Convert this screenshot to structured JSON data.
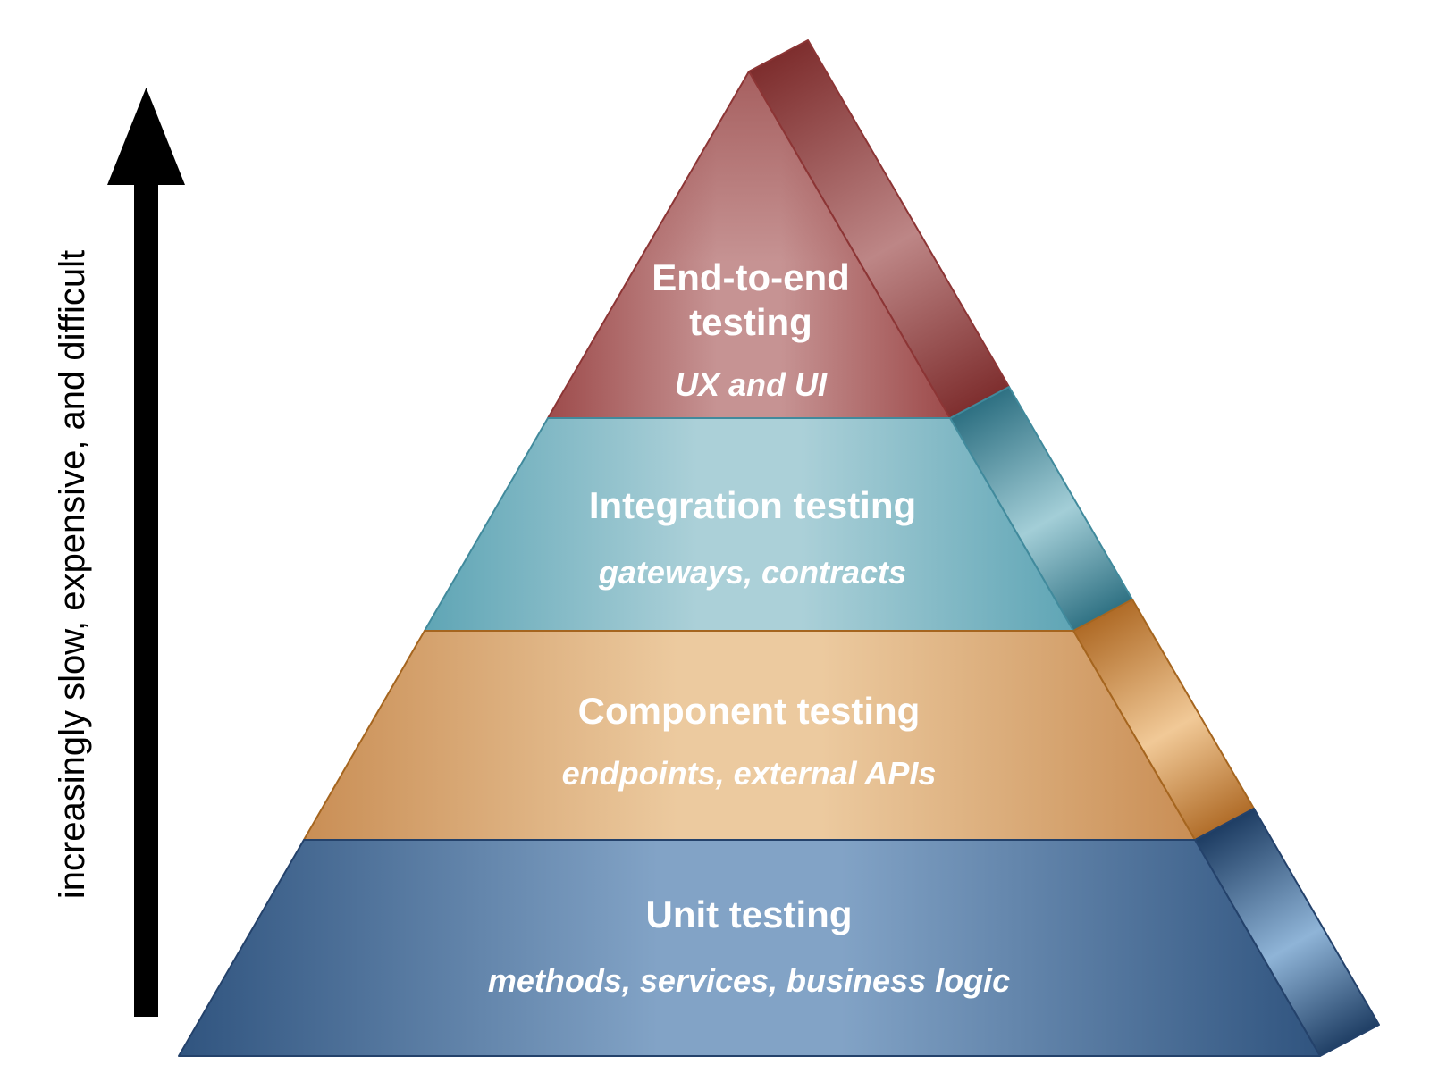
{
  "figure": {
    "type": "testing-pyramid",
    "background": "#ffffff"
  },
  "axis_arrow": {
    "label": "increasingly slow, expensive, and difficult",
    "color": "#000000"
  },
  "pyramid": {
    "text_color": "#ffffff",
    "layers": [
      {
        "id": "end-to-end-testing",
        "title_lines": [
          "End-to-end",
          "testing"
        ],
        "subtitle": "UX and UI",
        "colors": {
          "front_edge": "#9d4b4b",
          "front_light": "#c69393",
          "side_dark": "#7e2e2e",
          "side_light": "#bd8686",
          "stroke": "#8c3535"
        }
      },
      {
        "id": "integration-testing",
        "title_lines": [
          "Integration testing"
        ],
        "subtitle": "gateways, contracts",
        "colors": {
          "front_edge": "#5fa5b5",
          "front_light": "#abd0d8",
          "side_dark": "#2f7183",
          "side_light": "#a3ced7",
          "stroke": "#418a9c"
        }
      },
      {
        "id": "component-testing",
        "title_lines": [
          "Component testing"
        ],
        "subtitle": "endpoints, external APIs",
        "colors": {
          "front_edge": "#c98e55",
          "front_light": "#ecca9f",
          "side_dark": "#b06c28",
          "side_light": "#f1c997",
          "stroke": "#a5651f"
        }
      },
      {
        "id": "unit-testing",
        "title_lines": [
          "Unit testing"
        ],
        "subtitle": "methods, services, business logic",
        "colors": {
          "front_edge": "#30547f",
          "front_light": "#82a3c6",
          "side_dark": "#1f3e64",
          "side_light": "#8fb4d7",
          "stroke": "#24426b"
        }
      }
    ]
  }
}
